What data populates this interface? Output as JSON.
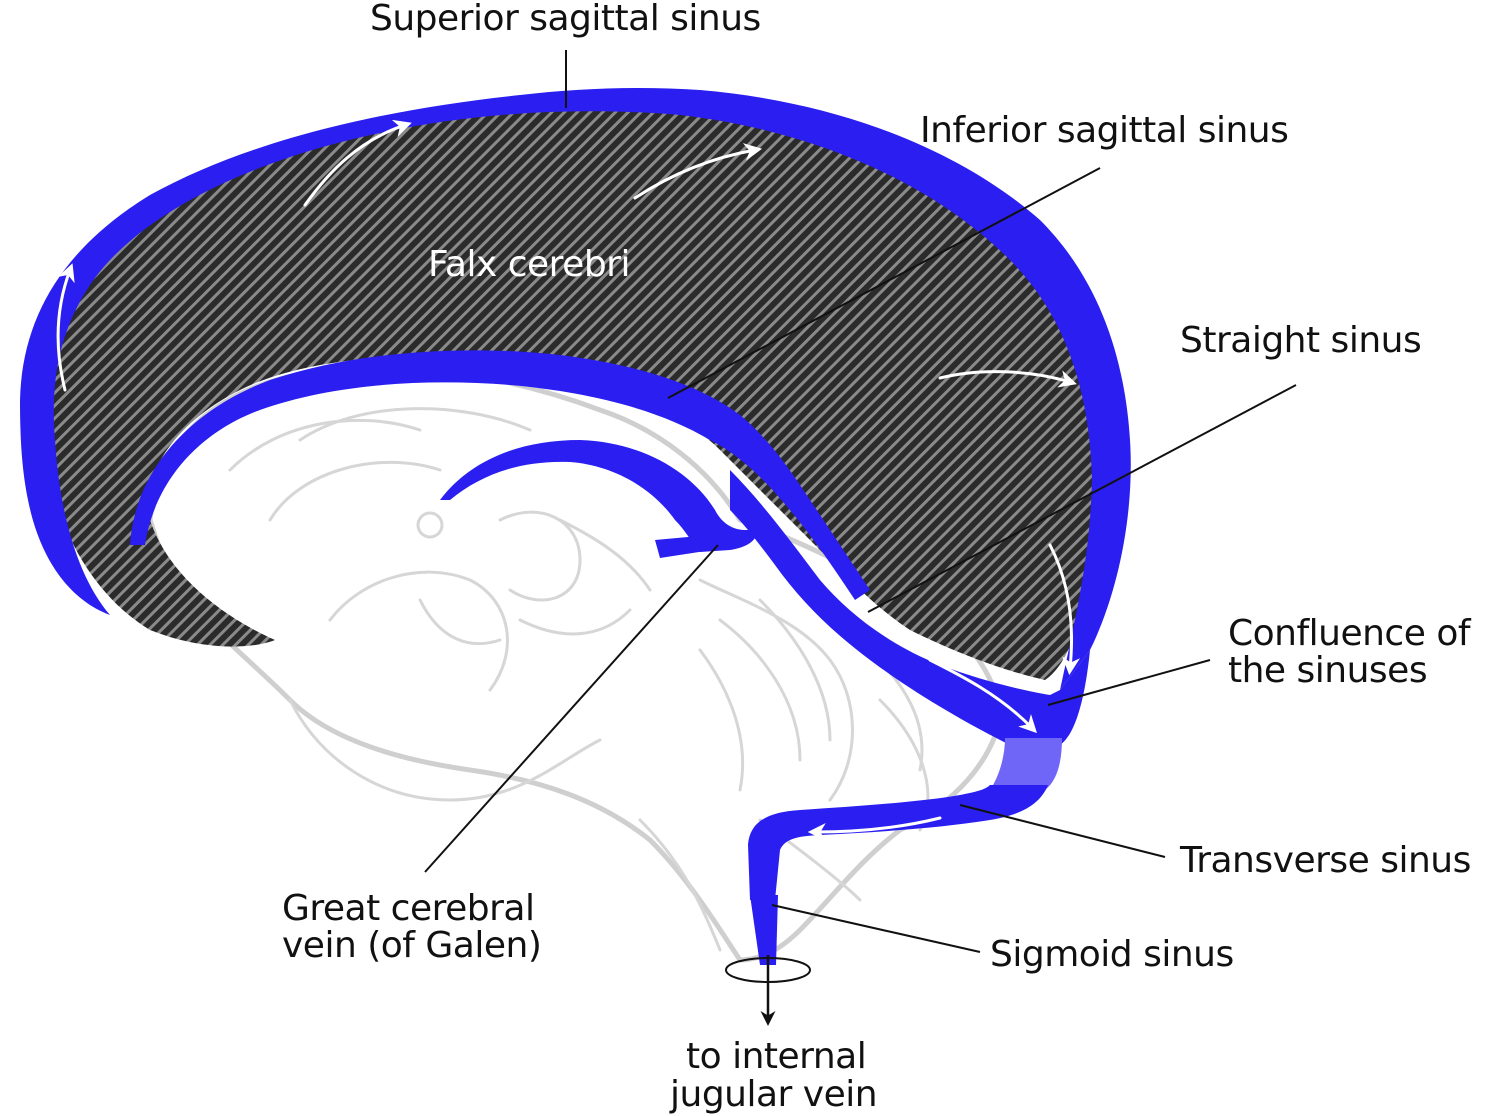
{
  "diagram": {
    "labels": {
      "superior_sagittal_sinus": "Superior sagittal sinus",
      "inferior_sagittal_sinus": "Inferior sagittal sinus",
      "falx_cerebri": "Falx cerebri",
      "straight_sinus": "Straight sinus",
      "confluence_line1": "Confluence of",
      "confluence_line2": "the sinuses",
      "transverse_sinus": "Transverse sinus",
      "sigmoid_sinus": "Sigmoid sinus",
      "great_vein_line1": "Great cerebral",
      "great_vein_line2": "vein (of Galen)",
      "jugular_line1": "to internal",
      "jugular_line2": "jugular vein"
    },
    "colors": {
      "sinus_blue": "#2a1ff0",
      "sinus_light_blue": "#6f66f7",
      "falx_dark": "#2b2b2b",
      "brain_outline": "#cfcfcf",
      "label_text": "#111111"
    }
  }
}
